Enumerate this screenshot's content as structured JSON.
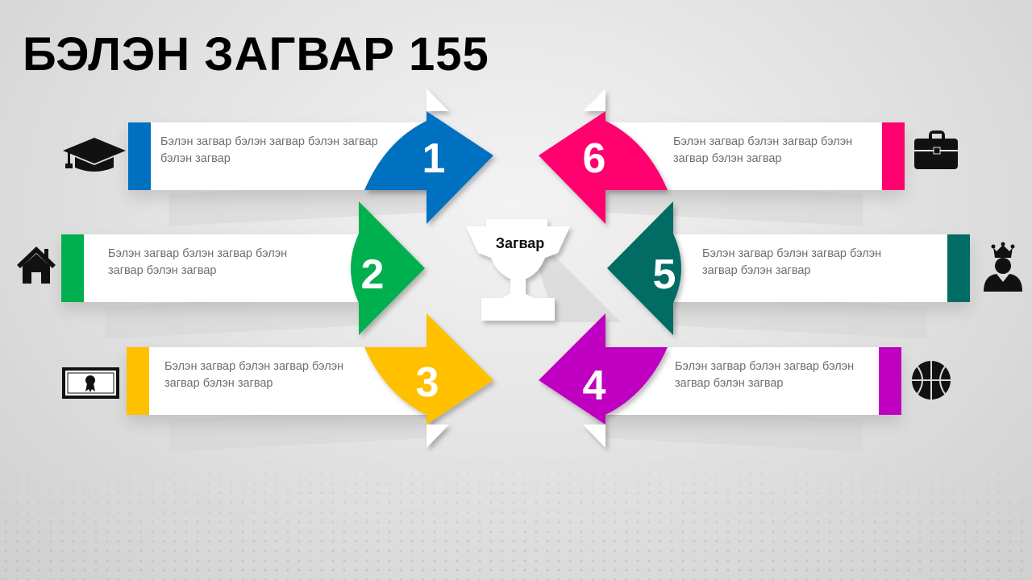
{
  "title": "БЭЛЭН ЗАГВАР 155",
  "center": {
    "label": "Загвар",
    "icon": "trophy-icon"
  },
  "steps": [
    {
      "number": "1",
      "text": "Бэлэн загвар бэлэн загвар бэлэн загвар бэлэн загвар",
      "color": "#0070c0",
      "icon": "graduation-cap-icon"
    },
    {
      "number": "2",
      "text": "Бэлэн загвар бэлэн загвар бэлэн загвар бэлэн загвар",
      "color": "#00b050",
      "icon": "house-icon"
    },
    {
      "number": "3",
      "text": "Бэлэн загвар бэлэн загвар бэлэн загвар бэлэн загвар",
      "color": "#ffc000",
      "icon": "certificate-icon"
    },
    {
      "number": "4",
      "text": "Бэлэн загвар бэлэн загвар бэлэн загвар бэлэн загвар",
      "color": "#c000c0",
      "icon": "basketball-icon"
    },
    {
      "number": "5",
      "text": "Бэлэн загвар бэлэн загвар бэлэн загвар бэлэн загвар",
      "color": "#006c64",
      "icon": "leader-icon"
    },
    {
      "number": "6",
      "text": "Бэлэн загвар бэлэн загвар бэлэн загвар бэлэн загвар",
      "color": "#ff006e",
      "icon": "briefcase-icon"
    }
  ]
}
